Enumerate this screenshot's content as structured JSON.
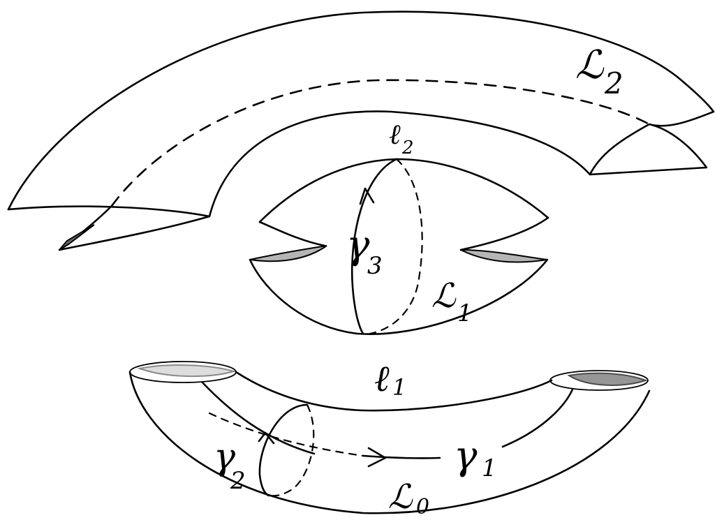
{
  "labels": {
    "L2": {
      "main": "ℒ",
      "sub": "2"
    },
    "l2": {
      "main": "ℓ",
      "sub": "2"
    },
    "gamma3": {
      "main": "γ",
      "sub": "3"
    },
    "L1": {
      "main": "ℒ",
      "sub": "1"
    },
    "l1": {
      "main": "ℓ",
      "sub": "1"
    },
    "gamma2": {
      "main": "γ",
      "sub": "2"
    },
    "gamma1": {
      "main": "γ",
      "sub": "1"
    },
    "L0": {
      "main": "ℒ",
      "sub": "0"
    }
  }
}
